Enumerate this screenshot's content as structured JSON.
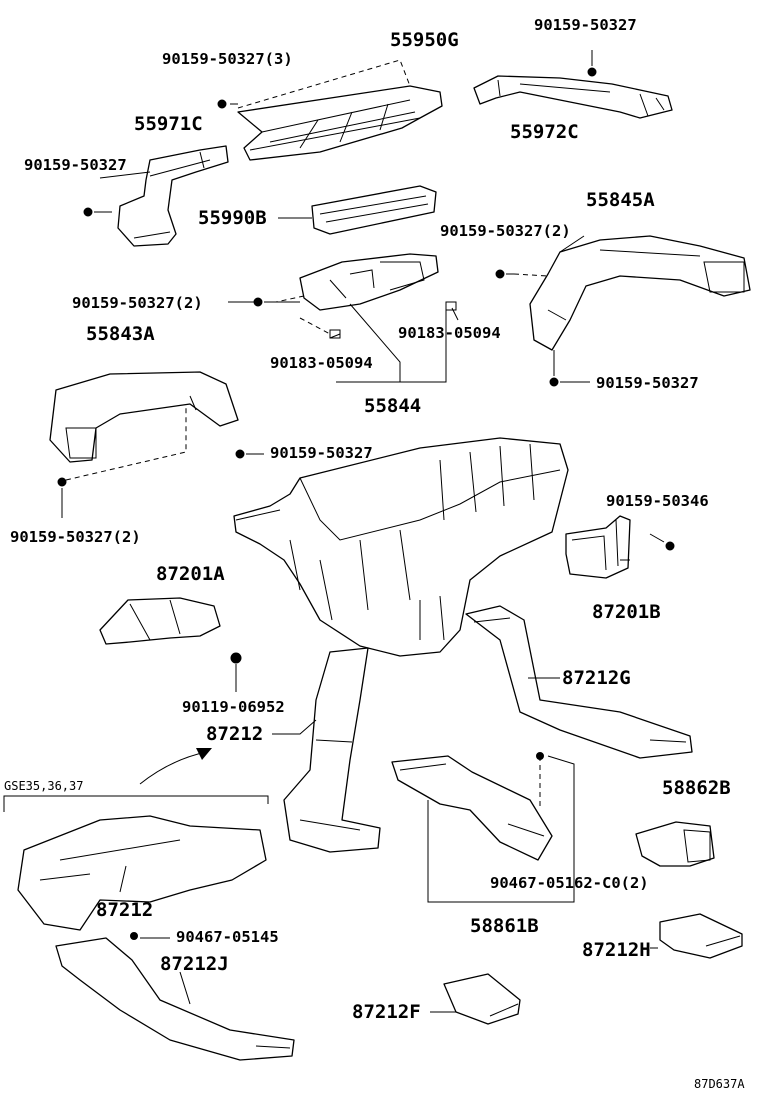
{
  "labels": {
    "p55950G": "55950G",
    "b90159_50327_3": "90159-50327(3)",
    "b90159_50327_top": "90159-50327",
    "p55972C": "55972C",
    "p55971C": "55971C",
    "b90159_50327_left1": "90159-50327",
    "p55990B": "55990B",
    "p55845A": "55845A",
    "b90159_50327_2_right": "90159-50327(2)",
    "b90159_50327_2_mid": "90159-50327(2)",
    "c90183_05094_r": "90183-05094",
    "c90183_05094_l": "90183-05094",
    "b90159_50327_right2": "90159-50327",
    "p55843A": "55843A",
    "p55844": "55844",
    "b90159_50327_mid2": "90159-50327",
    "b90159_50327_2_left": "90159-50327(2)",
    "b90159_50346": "90159-50346",
    "p87201A": "87201A",
    "p87201B": "87201B",
    "p87212G": "87212G",
    "b90119_06952": "90119-06952",
    "p87212_main": "87212",
    "gse_note": "GSE35,36,37",
    "p58862B": "58862B",
    "p87212_gse": "87212",
    "c90467_05145": "90467-05145",
    "c90467_05162": "90467-05162-C0(2)",
    "p87212J": "87212J",
    "p58861B": "58861B",
    "p87212H": "87212H",
    "p87212F": "87212F",
    "diagram_code": "87D637A"
  }
}
